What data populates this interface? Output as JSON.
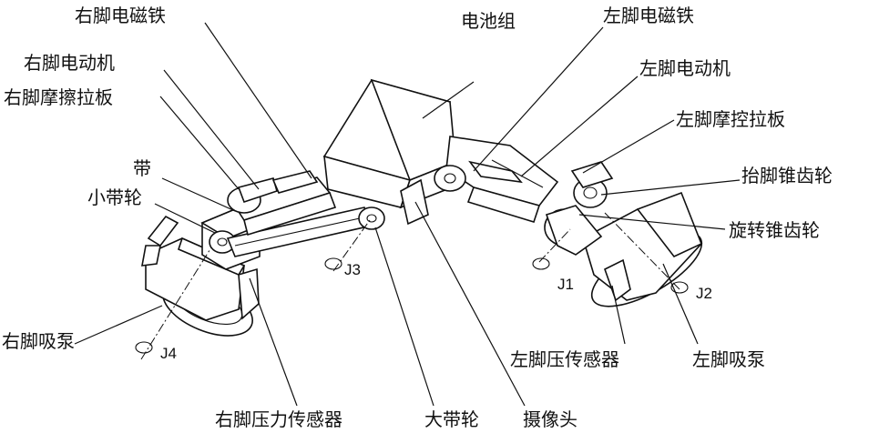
{
  "labels": {
    "right_foot_electromagnet": "右脚电磁铁",
    "battery_pack": "电池组",
    "left_foot_electromagnet": "左脚电磁铁",
    "right_foot_motor": "右脚电动机",
    "right_foot_friction_plate": "右脚摩擦拉板",
    "left_foot_motor": "左脚电动机",
    "left_foot_friction_plate": "左脚摩控拉板",
    "belt": "带",
    "small_pulley": "小带轮",
    "lift_bevel_gear": "抬脚锥齿轮",
    "rotate_bevel_gear": "旋转锥齿轮",
    "right_foot_suction_pump": "右脚吸泵",
    "left_pressure_sensor": "左脚压传感器",
    "left_foot_suction_pump": "左脚吸泵",
    "right_foot_pressure_sensor": "右脚压力传感器",
    "large_pulley": "大带轮",
    "camera": "摄像头"
  },
  "joints": {
    "j1": "J1",
    "j2": "J2",
    "j3": "J3",
    "j4": "J4"
  }
}
